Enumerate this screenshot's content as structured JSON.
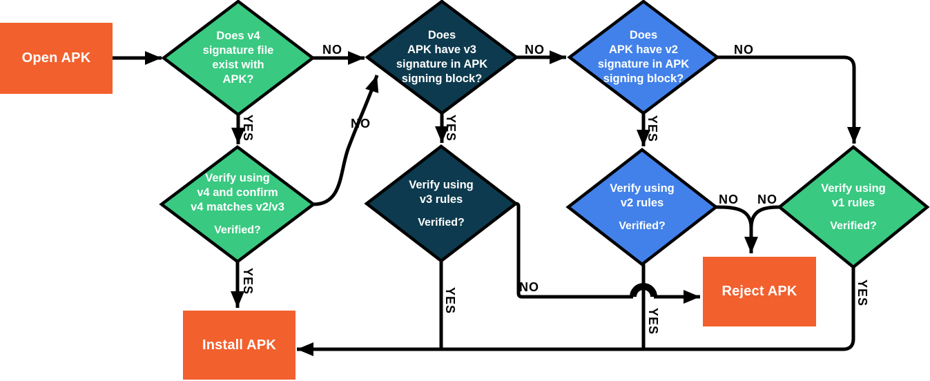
{
  "colors": {
    "line": "#000000",
    "node_text": "#FFFFFF",
    "label_text": "#000000",
    "background": "#FFFFFF",
    "orange": "#F2602E",
    "green": "#39C981",
    "navy": "#0D3A4E",
    "blue": "#4281EA"
  },
  "nodes": {
    "open_apk": {
      "label": "Open APK",
      "type": "terminal",
      "color": "#F2602E"
    },
    "q_v4": {
      "lines": [
        "Does v4",
        "signature file",
        "exist with",
        "APK?"
      ],
      "type": "decision",
      "color": "#39C981"
    },
    "q_v3": {
      "lines": [
        "Does",
        "APK have v3",
        "signature in APK",
        "signing block?"
      ],
      "type": "decision",
      "color": "#0D3A4E"
    },
    "q_v2": {
      "lines": [
        "Does",
        "APK have v2",
        "signature in APK",
        "signing block?"
      ],
      "type": "decision",
      "color": "#4281EA"
    },
    "verify_v4": {
      "lines": [
        "Verify using",
        "v4 and confirm",
        "v4 matches v2/v3"
      ],
      "question": "Verified?",
      "type": "decision",
      "color": "#39C981"
    },
    "verify_v3": {
      "lines": [
        "Verify using",
        "v3 rules"
      ],
      "question": "Verified?",
      "type": "decision",
      "color": "#0D3A4E"
    },
    "verify_v2": {
      "lines": [
        "Verify using",
        "v2 rules"
      ],
      "question": "Verified?",
      "type": "decision",
      "color": "#4281EA"
    },
    "verify_v1": {
      "lines": [
        "Verify using",
        "v1 rules"
      ],
      "question": "Verified?",
      "type": "decision",
      "color": "#39C981"
    },
    "reject": {
      "label": "Reject APK",
      "type": "terminal",
      "color": "#F2602E"
    },
    "install": {
      "label": "Install APK",
      "type": "terminal",
      "color": "#F2602E"
    }
  },
  "edges": [
    {
      "from": "open_apk",
      "to": "q_v4",
      "label": ""
    },
    {
      "from": "q_v4",
      "to": "q_v3",
      "label": "NO"
    },
    {
      "from": "q_v4",
      "to": "verify_v4",
      "label": "YES"
    },
    {
      "from": "verify_v4",
      "to": "q_v3",
      "label": "NO"
    },
    {
      "from": "q_v3",
      "to": "q_v2",
      "label": "NO"
    },
    {
      "from": "q_v3",
      "to": "verify_v3",
      "label": "YES"
    },
    {
      "from": "q_v2",
      "to": "verify_v1",
      "label": "NO"
    },
    {
      "from": "q_v2",
      "to": "verify_v2",
      "label": "YES"
    },
    {
      "from": "verify_v4",
      "to": "install",
      "label": "YES"
    },
    {
      "from": "verify_v3",
      "to": "install",
      "label": "YES"
    },
    {
      "from": "verify_v3",
      "to": "reject",
      "label": "NO"
    },
    {
      "from": "verify_v2",
      "to": "reject",
      "label": "NO"
    },
    {
      "from": "verify_v1",
      "to": "reject",
      "label": "NO"
    },
    {
      "from": "verify_v2",
      "to": "install",
      "label": "YES"
    },
    {
      "from": "verify_v1",
      "to": "install",
      "label": "YES"
    }
  ]
}
